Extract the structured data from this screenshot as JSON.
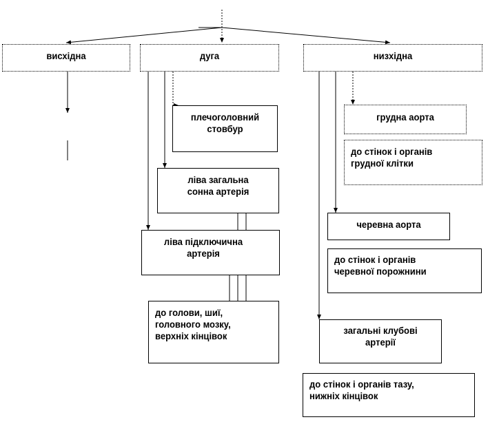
{
  "nodes": {
    "ascending": "висхідна",
    "arch": "дуга",
    "descending": "низхідна",
    "brachiocephalic": [
      "плечоголовний",
      "стовбур"
    ],
    "left_common_carotid": [
      "ліва загальна",
      "сонна артерія"
    ],
    "left_subclavian": [
      "ліва підключична",
      "артерія"
    ],
    "to_head": [
      "до голови, шиї,",
      "головного мозку,",
      "верхніх кінцівок"
    ],
    "thoracic_aorta": "грудна аорта",
    "to_thorax": [
      "до стінок і органів",
      "грудної клітки"
    ],
    "abdominal_aorta": "черевна аорта",
    "to_abdomen": [
      "до стінок і органів",
      "черевної порожнини"
    ],
    "common_iliac": [
      "загальні клубові",
      "артерії"
    ],
    "to_pelvis": [
      "до стінок і органів тазу,",
      "нижніх кінцівок"
    ]
  }
}
